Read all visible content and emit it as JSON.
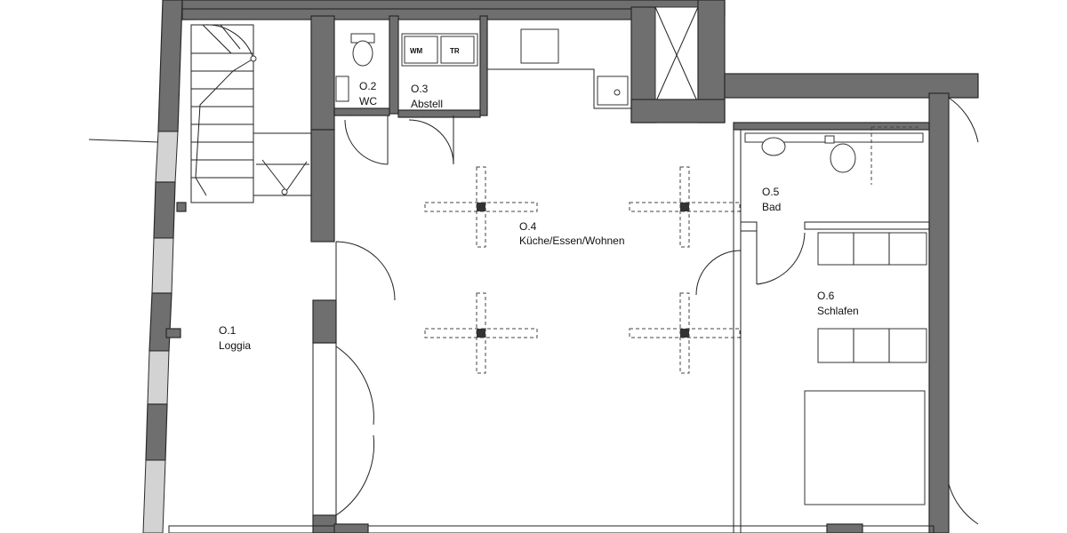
{
  "rooms": [
    {
      "id": "O.1",
      "name": "Loggia"
    },
    {
      "id": "O.2",
      "name": "WC"
    },
    {
      "id": "O.3",
      "name": "Abstell"
    },
    {
      "id": "O.4",
      "name": "Küche/Essen/Wohnen"
    },
    {
      "id": "O.5",
      "name": "Bad"
    },
    {
      "id": "O.6",
      "name": "Schlafen"
    }
  ],
  "fixtures": {
    "washer": "WM",
    "dryer": "TR"
  },
  "colors": {
    "wall_fill": "#6f6f6f",
    "window_fill": "#d3d3d3",
    "line": "#222222"
  }
}
